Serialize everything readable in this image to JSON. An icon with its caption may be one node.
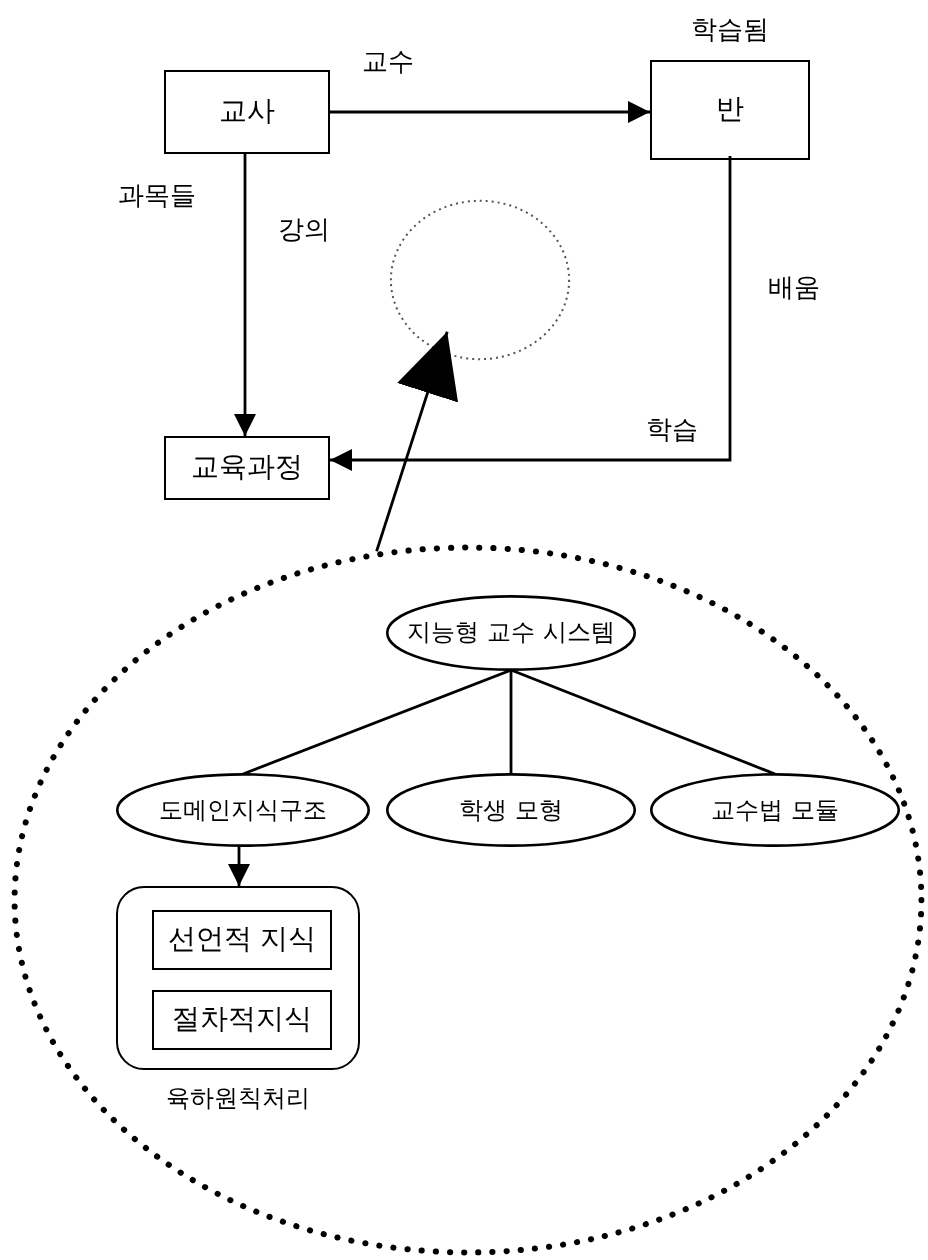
{
  "diagram": {
    "nodes": [
      {
        "text": [
          "교사"
        ]
      },
      {
        "text": [
          "학습됨",
          "반"
        ]
      },
      {
        "text": [
          "교육과정"
        ]
      },
      {
        "text": [],
        "shape": "circle"
      },
      {
        "text": [],
        "shape": "circle"
      },
      {
        "text": [
          "지능형 교수 시스템"
        ],
        "in": 4
      },
      {
        "text": [
          "도메인지식구조"
        ],
        "in": 4
      },
      {
        "text": [
          "학생 모형"
        ],
        "in": 4
      },
      {
        "text": [
          "교수법 모듈"
        ],
        "in": 4
      },
      {
        "text": [
          "육하원칙처리"
        ],
        "in": 4
      },
      {
        "text": [
          "선언적 지식"
        ],
        "in": 9
      },
      {
        "text": [
          "절차적지식"
        ],
        "in": 9
      }
    ],
    "edges": [
      {
        "from": 0,
        "to": 1,
        "arrow": "to",
        "label": "교수"
      },
      {
        "from": 0,
        "to": 2,
        "arrow": "to",
        "label": "강의"
      },
      {
        "from": 1,
        "to": 2,
        "arrow": "to",
        "label": "배움"
      },
      {
        "from": 4,
        "to": 3,
        "arrow": "to"
      },
      {
        "from": 5,
        "to": 6,
        "arrow": "none"
      },
      {
        "from": 5,
        "to": 7,
        "arrow": "none"
      },
      {
        "from": 5,
        "to": 8,
        "arrow": "none"
      },
      {
        "from": 6,
        "to": 9,
        "arrow": "to"
      }
    ],
    "labels": [
      "과목들",
      "학습"
    ]
  }
}
